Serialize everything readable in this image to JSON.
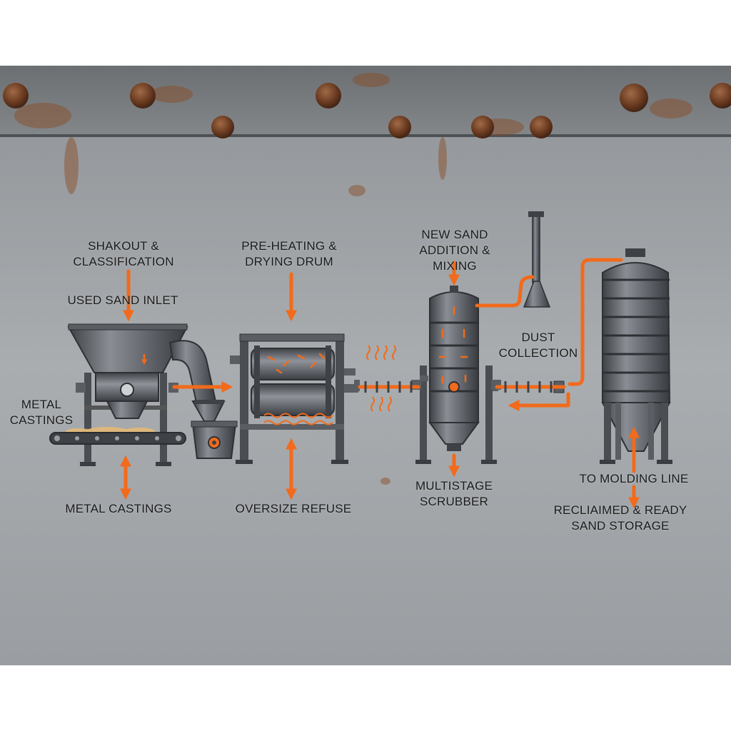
{
  "colors": {
    "accent": "#f26a1b",
    "metal_dark": "#4a4d52",
    "metal_mid": "#7a7e84",
    "metal_light": "#b9bcc0",
    "plate": "#9fa4a8",
    "rust": "#8a4a22",
    "sand": "#e3b877",
    "text": "#1a1a1a"
  },
  "labels": {
    "shakeout": {
      "line1": "SHAKOUT &",
      "line2": "CLASSIFICATION"
    },
    "used_sand_inlet": "USED SAND INLET",
    "metal_castings_left": {
      "line1": "METAL",
      "line2": "CASTINGS"
    },
    "metal_castings_bottom": "METAL CASTINGS",
    "preheating": {
      "line1": "PRE-HEATING &",
      "line2": "DRYING DRUM"
    },
    "oversize_refuse": "OVERSIZE REFUSE",
    "new_sand": {
      "line1": "NEW SAND",
      "line2": "ADDITION &",
      "line3": "MIXING"
    },
    "dust_collection": {
      "line1": "DUST",
      "line2": "COLLECTION"
    },
    "scrubber": {
      "line1": "MULTISTAGE",
      "line2": "SCRUBBER"
    },
    "to_molding_line": "TO MOLDING LINE",
    "reclaimed_storage": {
      "line1": "RECLIAIMED & READY",
      "line2": "SAND STORAGE"
    }
  },
  "icons": {
    "hopper": "hopper-icon",
    "drum": "drum-icon",
    "scrubber": "scrubber-icon",
    "silo": "silo-icon",
    "conveyor": "conveyor-icon",
    "bucket": "bucket-icon",
    "duct": "dust-duct-icon",
    "flow": "flow-arrow-icon"
  }
}
